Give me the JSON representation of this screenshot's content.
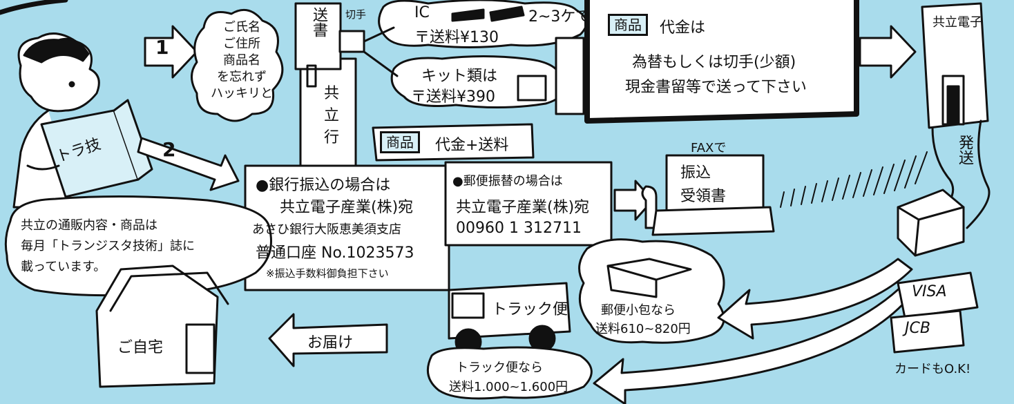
{
  "step1": {
    "number": "1",
    "letter_lines": [
      "ご氏名",
      "ご住所",
      "商品名",
      "を忘れず",
      "ハッキリと"
    ]
  },
  "envelope": {
    "label": "送書",
    "stamp_label": "切手",
    "address_lines": [
      "共",
      "立",
      "行"
    ]
  },
  "postage": {
    "ic_line": "IC",
    "ic_count": "2~3ケで",
    "ic_fee": "〒送料¥130",
    "kit_line": "キット類は",
    "kit_fee": "〒送料¥390"
  },
  "payment_top": {
    "product_tag": "商品",
    "price_label": "代金は",
    "line1": "為替もしくは切手(少額)",
    "line2": "現金書留等で送って下さい"
  },
  "step2": {
    "number": "2",
    "product_tag": "商品",
    "price_label": "代金+送料"
  },
  "bank": {
    "line1": "●銀行振込の場合は",
    "line2": "共立電子産業(株)宛",
    "line3": "あさひ銀行大阪恵美須支店",
    "line4": "普通口座 No.1023573",
    "note": "※振込手数料御負担下さい"
  },
  "postal": {
    "line1": "●郵便振替の場合は",
    "line2": "共立電子産業(株)宛",
    "line3": "00960 1 312711"
  },
  "fax": {
    "label": "FAXで",
    "paper_lines": [
      "振込",
      "受領書"
    ]
  },
  "store": {
    "sign": "共立電子",
    "ship_label": "発送"
  },
  "book": {
    "title": "トラ技"
  },
  "speech": {
    "lines": [
      "共立の通販内容・商品は",
      "毎月「トランジスタ技術」誌に",
      "載っています。"
    ]
  },
  "house": {
    "label": "ご自宅"
  },
  "delivery": {
    "label": "お届け"
  },
  "truck": {
    "label": "トラック便",
    "fee_lines": [
      "トラック便なら",
      "送料1.000~1.600円"
    ]
  },
  "parcel": {
    "fee_lines": [
      "郵便小包なら",
      "送料610~820円"
    ]
  },
  "cards": {
    "visa": "VISA",
    "jcb": "JCB",
    "ok": "カードもO.K!"
  },
  "colors": {
    "background": "#a9dcec",
    "ink": "#111111",
    "paper": "#d8f0f7"
  }
}
